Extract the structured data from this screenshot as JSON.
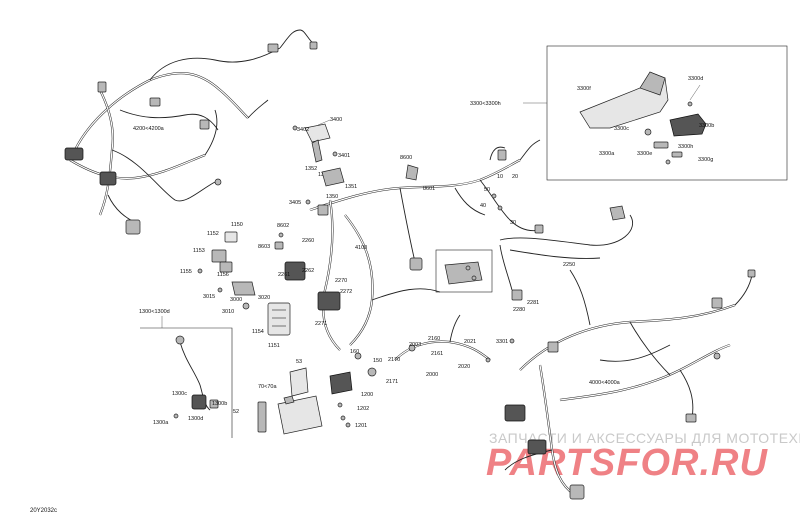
{
  "diagram": {
    "figure_code": "20Y2032c",
    "watermark": {
      "tagline": "ЗАПЧАСТИ И АКСЕССУАРЫ ДЛЯ МОТОТЕХНИКИ",
      "site": "PARTSFOR.RU"
    },
    "labels": {
      "l4200": "4200<4200a",
      "l3400": "3400",
      "l3402": "3402",
      "l3401": "3401",
      "l1352": "1352",
      "l1353": "1353",
      "l1351": "1351",
      "l1350": "1350",
      "l3405": "3405",
      "l8600": "8600",
      "l8601": "8601",
      "l8602": "8602",
      "l8603": "8603",
      "l10": "10",
      "l20": "20",
      "l30": "30",
      "l40": "40",
      "l50": "50",
      "l1152": "1152",
      "l1150": "1150",
      "l1153": "1153",
      "l1155": "1155",
      "l1156": "1156",
      "l3015": "3015",
      "l3020": "3020",
      "l3000": "3000",
      "l3010": "3010",
      "l1154": "1154",
      "l1151": "1151",
      "l2260": "2260",
      "l2261": "2261",
      "l2262": "2262",
      "l2270": "2270",
      "l2271": "2271",
      "l2272": "2272",
      "l4100": "4100",
      "l2250": "2250",
      "l2281": "2281",
      "l2280": "2280",
      "l3300": "3300<3300h",
      "l3300f": "3300f",
      "l3300d": "3300d",
      "l3300c": "3300c",
      "l3300b": "3300b",
      "l3300a": "3300a",
      "l3300e": "3300e",
      "l3300h": "3300h",
      "l3300g": "3300g",
      "l1300": "1300<1300d",
      "l1300c": "1300c",
      "l1300b": "1300b",
      "l1300a": "1300a",
      "l1300d": "1300d",
      "l53": "53",
      "l70": "70<70a",
      "l52": "52",
      "l160": "160",
      "l150": "150",
      "l1200": "1200",
      "l1202": "1202",
      "l1201": "1201",
      "l2160": "2160",
      "l2021": "2021",
      "l2003": "2003",
      "l2161": "2161",
      "l2170": "2170",
      "l2171": "2171",
      "l2000": "2000",
      "l2020": "2020",
      "l3301": "3301",
      "l4000": "4000<4000a"
    }
  }
}
